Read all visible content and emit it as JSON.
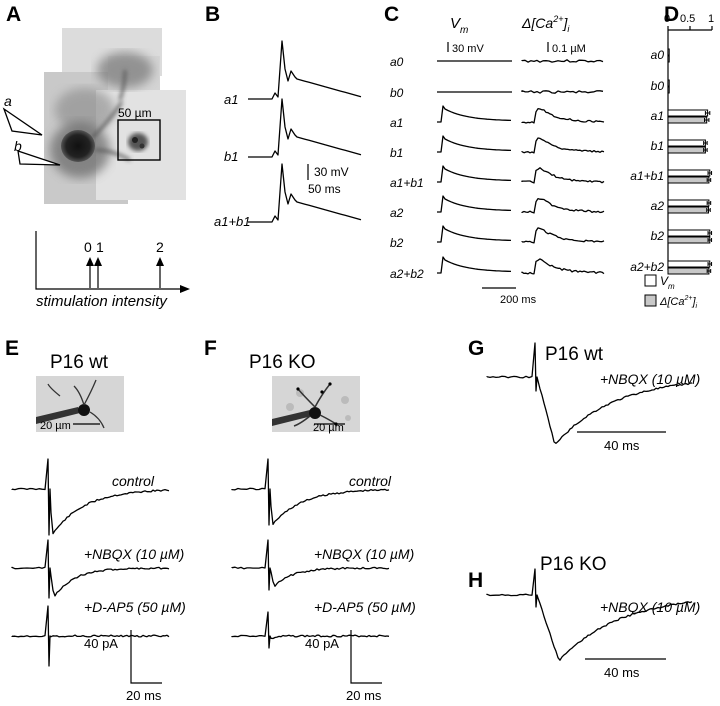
{
  "panel_labels": {
    "A": "A",
    "B": "B",
    "C": "C",
    "D": "D",
    "E": "E",
    "F": "F",
    "G": "G",
    "H": "H"
  },
  "panelA": {
    "scale_label": "50 µm",
    "electrode_a": "a",
    "electrode_b": "b",
    "axis_label": "stimulation intensity",
    "ticks": [
      "0",
      "1",
      "2"
    ]
  },
  "panelB": {
    "rows": [
      "a1",
      "b1",
      "a1+b1"
    ],
    "scale_v": "30 mV",
    "scale_t": "50 ms"
  },
  "panelC": {
    "col1": "V",
    "col1_sub": "m",
    "col2": "Δ[Ca",
    "col2_sup": "2+",
    "col2_end": "]",
    "col2_sub": "i",
    "scale_v": "30 mV",
    "scale_ca": "0.1 µM",
    "rows": [
      "a0",
      "b0",
      "a1",
      "b1",
      "a1+b1",
      "a2",
      "b2",
      "a2+b2"
    ],
    "scale_t": "200 ms"
  },
  "panelD": {
    "ticks": [
      "0",
      "0.5",
      "1"
    ],
    "legend_vm": "V",
    "legend_vm_sub": "m",
    "legend_ca": "Δ[Ca",
    "legend_ca_sup": "2+",
    "legend_ca_end": "]",
    "legend_ca_sub": "i",
    "colors": {
      "vm": "#ffffff",
      "ca": "#c8c8c8"
    }
  },
  "chart_data": {
    "type": "bar",
    "title": "",
    "categories": [
      "a0",
      "b0",
      "a1",
      "b1",
      "a1+b1",
      "a2",
      "b2",
      "a2+b2"
    ],
    "xlim": [
      0,
      1
    ],
    "series": [
      {
        "name": "Vm",
        "values": [
          0.0,
          0.0,
          0.9,
          0.85,
          0.95,
          0.93,
          0.95,
          0.95
        ],
        "errors": [
          0.03,
          0.03,
          0.05,
          0.04,
          0.04,
          0.04,
          0.04,
          0.04
        ]
      },
      {
        "name": "Δ[Ca2+]i",
        "values": [
          0.0,
          0.0,
          0.88,
          0.85,
          0.93,
          0.92,
          0.95,
          0.93
        ],
        "errors": [
          0.03,
          0.03,
          0.05,
          0.04,
          0.04,
          0.04,
          0.04,
          0.04
        ]
      }
    ],
    "legend": "bottom"
  },
  "panelE": {
    "title": "P16 wt",
    "img_scale": "20 µm",
    "labels": [
      "control",
      "+NBQX (10 µM)",
      "+D-AP5 (50 µM)"
    ],
    "scale_i": "40 pA",
    "scale_t": "20 ms"
  },
  "panelF": {
    "title": "P16 KO",
    "img_scale": "20 µm",
    "labels": [
      "control",
      "+NBQX (10 µM)",
      "+D-AP5 (50 µM)"
    ],
    "scale_i": "40 pA",
    "scale_t": "20 ms"
  },
  "panelG": {
    "title": "P16 wt",
    "label": "+NBQX (10 µM)",
    "scale_t": "40 ms"
  },
  "panelH": {
    "title": "P16 KO",
    "label": "+NBQX (10 µM)",
    "scale_t": "40 ms"
  }
}
